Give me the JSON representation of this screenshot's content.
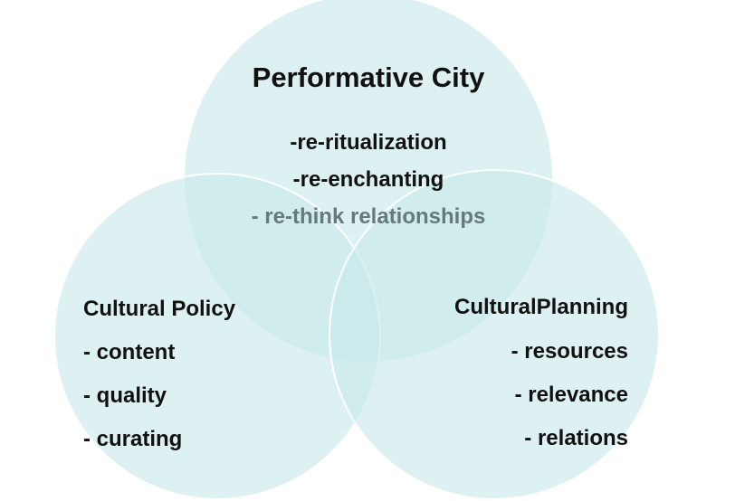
{
  "colors": {
    "circle_fill": "#c8e8ea",
    "circle_stroke": "#ffffff",
    "text": "#111111",
    "muted_text": "#66797b"
  },
  "top": {
    "title": "Performative City",
    "items": [
      "-re-ritualization",
      "-re-enchanting",
      "- re-think relationships"
    ]
  },
  "left": {
    "title": "Cultural Policy",
    "items": [
      "- content",
      "- quality",
      "- curating"
    ]
  },
  "right": {
    "title": "CulturalPlanning",
    "items": [
      "- resources",
      "- relevance",
      "- relations"
    ]
  }
}
